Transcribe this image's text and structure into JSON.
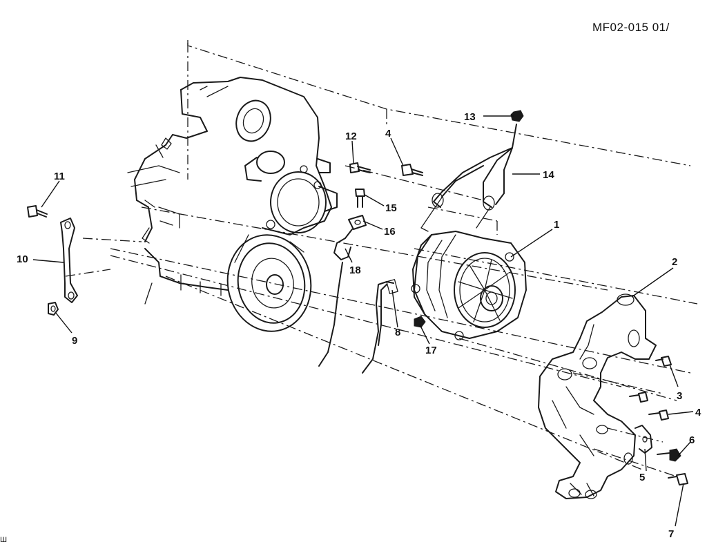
{
  "document_id": "MF02-015 01/",
  "corner_mark": "Ш",
  "callouts": [
    {
      "id": "c1",
      "label": "1"
    },
    {
      "id": "c2",
      "label": "2"
    },
    {
      "id": "c3",
      "label": "3"
    },
    {
      "id": "c4a",
      "label": "4"
    },
    {
      "id": "c4b",
      "label": "4"
    },
    {
      "id": "c5",
      "label": "5"
    },
    {
      "id": "c6",
      "label": "6"
    },
    {
      "id": "c7",
      "label": "7"
    },
    {
      "id": "c8",
      "label": "8"
    },
    {
      "id": "c9",
      "label": "9"
    },
    {
      "id": "c10",
      "label": "10"
    },
    {
      "id": "c11",
      "label": "11"
    },
    {
      "id": "c12",
      "label": "12"
    },
    {
      "id": "c13",
      "label": "13"
    },
    {
      "id": "c14",
      "label": "14"
    },
    {
      "id": "c15",
      "label": "15"
    },
    {
      "id": "c16",
      "label": "16"
    },
    {
      "id": "c17",
      "label": "17"
    },
    {
      "id": "c18",
      "label": "18"
    }
  ]
}
